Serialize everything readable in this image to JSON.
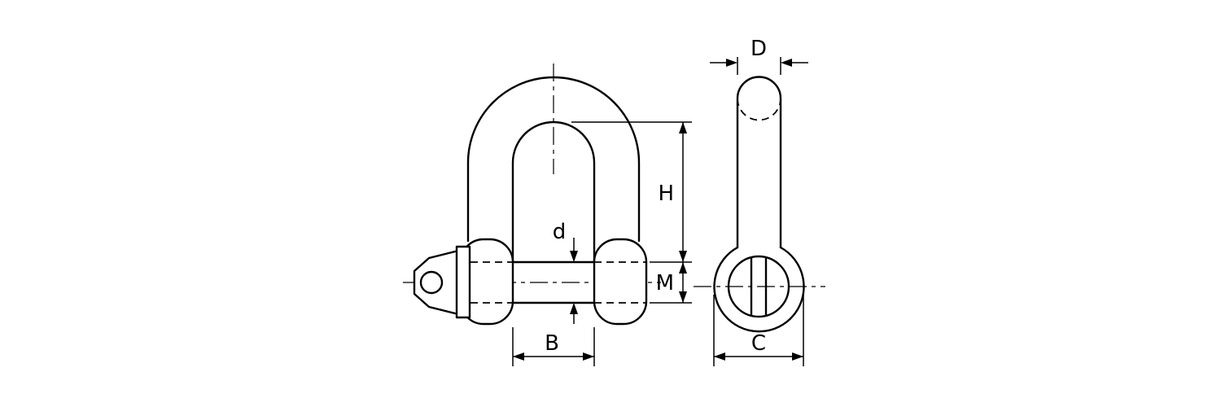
{
  "drawing": {
    "background": "#ffffff",
    "line_color": "#000000",
    "labels": {
      "D": "D",
      "H": "H",
      "d": "d",
      "M": "M",
      "B": "B",
      "C": "C"
    }
  }
}
